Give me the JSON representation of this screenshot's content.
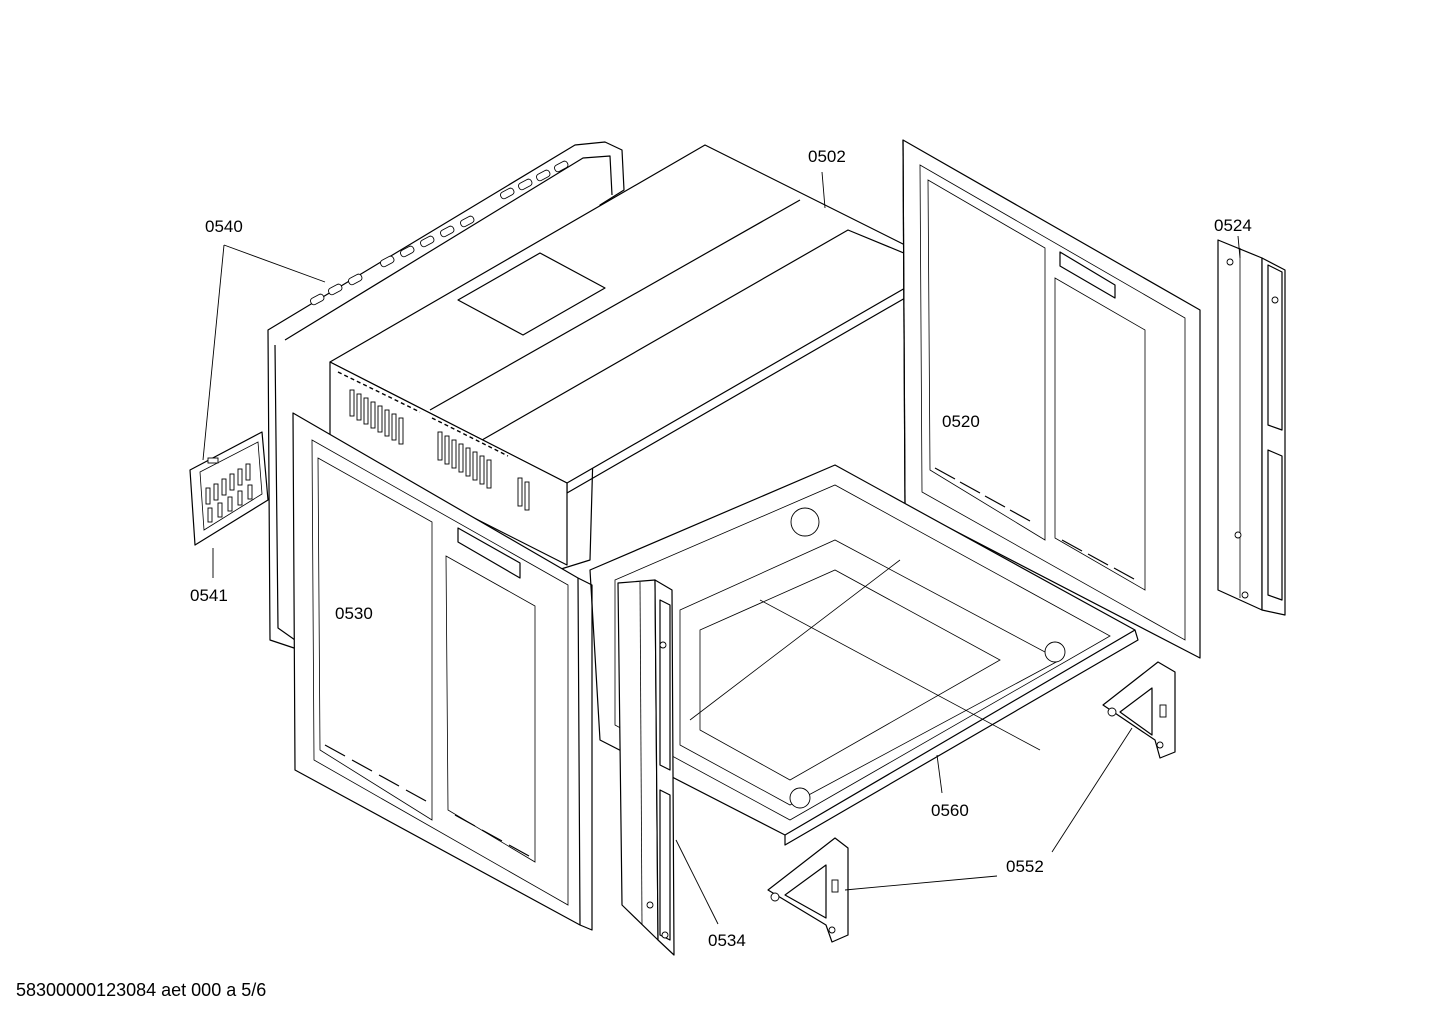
{
  "parts": [
    {
      "id": "p0502",
      "number": "0502"
    },
    {
      "id": "p0540",
      "number": "0540"
    },
    {
      "id": "p0524",
      "number": "0524"
    },
    {
      "id": "p0520",
      "number": "0520"
    },
    {
      "id": "p0541",
      "number": "0541"
    },
    {
      "id": "p0530",
      "number": "0530"
    },
    {
      "id": "p0560",
      "number": "0560"
    },
    {
      "id": "p0552",
      "number": "0552"
    },
    {
      "id": "p0534",
      "number": "0534"
    }
  ],
  "footer": {
    "doc_code": "58300000123084 aet 000 a 5/6"
  }
}
